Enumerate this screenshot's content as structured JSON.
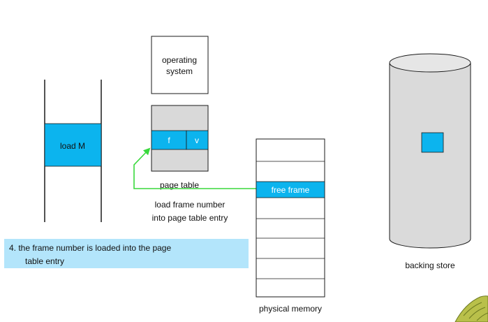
{
  "process": {
    "instruction_label": "load M"
  },
  "os": {
    "label_line1": "operating",
    "label_line2": "system"
  },
  "page_table": {
    "frame_cell": "f",
    "valid_cell": "v",
    "caption": "page table"
  },
  "step_caption": {
    "line1": "load frame number",
    "line2": "into page table entry"
  },
  "physical_memory": {
    "free_frame_label": "free frame",
    "caption": "physical memory"
  },
  "backing_store": {
    "caption": "backing store"
  },
  "note": {
    "line1": "4.  the frame number is loaded into the page",
    "line2": "table entry"
  },
  "colors": {
    "highlight": "#0cb4ee",
    "note_bg": "#b3e5fb",
    "arrow": "#39d93c",
    "gray_fill": "#d9d9d9",
    "cylinder_fill": "#dadada",
    "outline": "#1a1a1a"
  }
}
